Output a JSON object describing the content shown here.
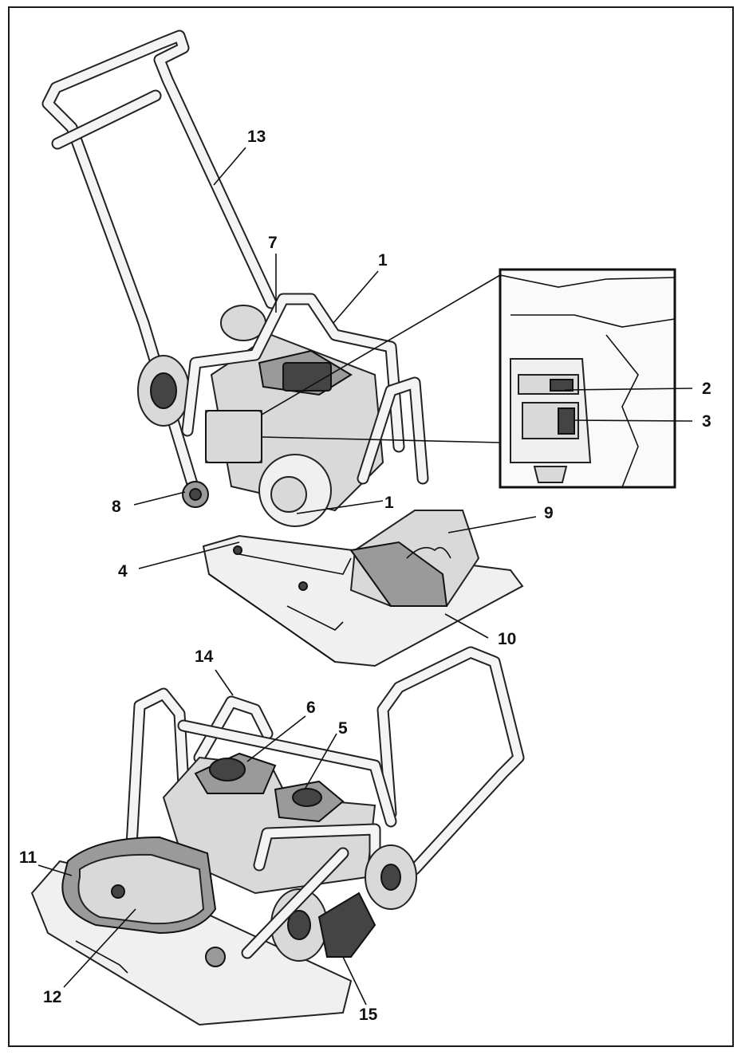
{
  "callouts": [
    {
      "id": "c13",
      "label": "13"
    },
    {
      "id": "c7",
      "label": "7"
    },
    {
      "id": "c1a",
      "label": "1"
    },
    {
      "id": "c2",
      "label": "2"
    },
    {
      "id": "c3",
      "label": "3"
    },
    {
      "id": "c8",
      "label": "8"
    },
    {
      "id": "c1b",
      "label": "1"
    },
    {
      "id": "c9",
      "label": "9"
    },
    {
      "id": "c4",
      "label": "4"
    },
    {
      "id": "c10",
      "label": "10"
    },
    {
      "id": "c14",
      "label": "14"
    },
    {
      "id": "c6",
      "label": "6"
    },
    {
      "id": "c5",
      "label": "5"
    },
    {
      "id": "c11",
      "label": "11"
    },
    {
      "id": "c12",
      "label": "12"
    },
    {
      "id": "c15",
      "label": "15"
    }
  ]
}
